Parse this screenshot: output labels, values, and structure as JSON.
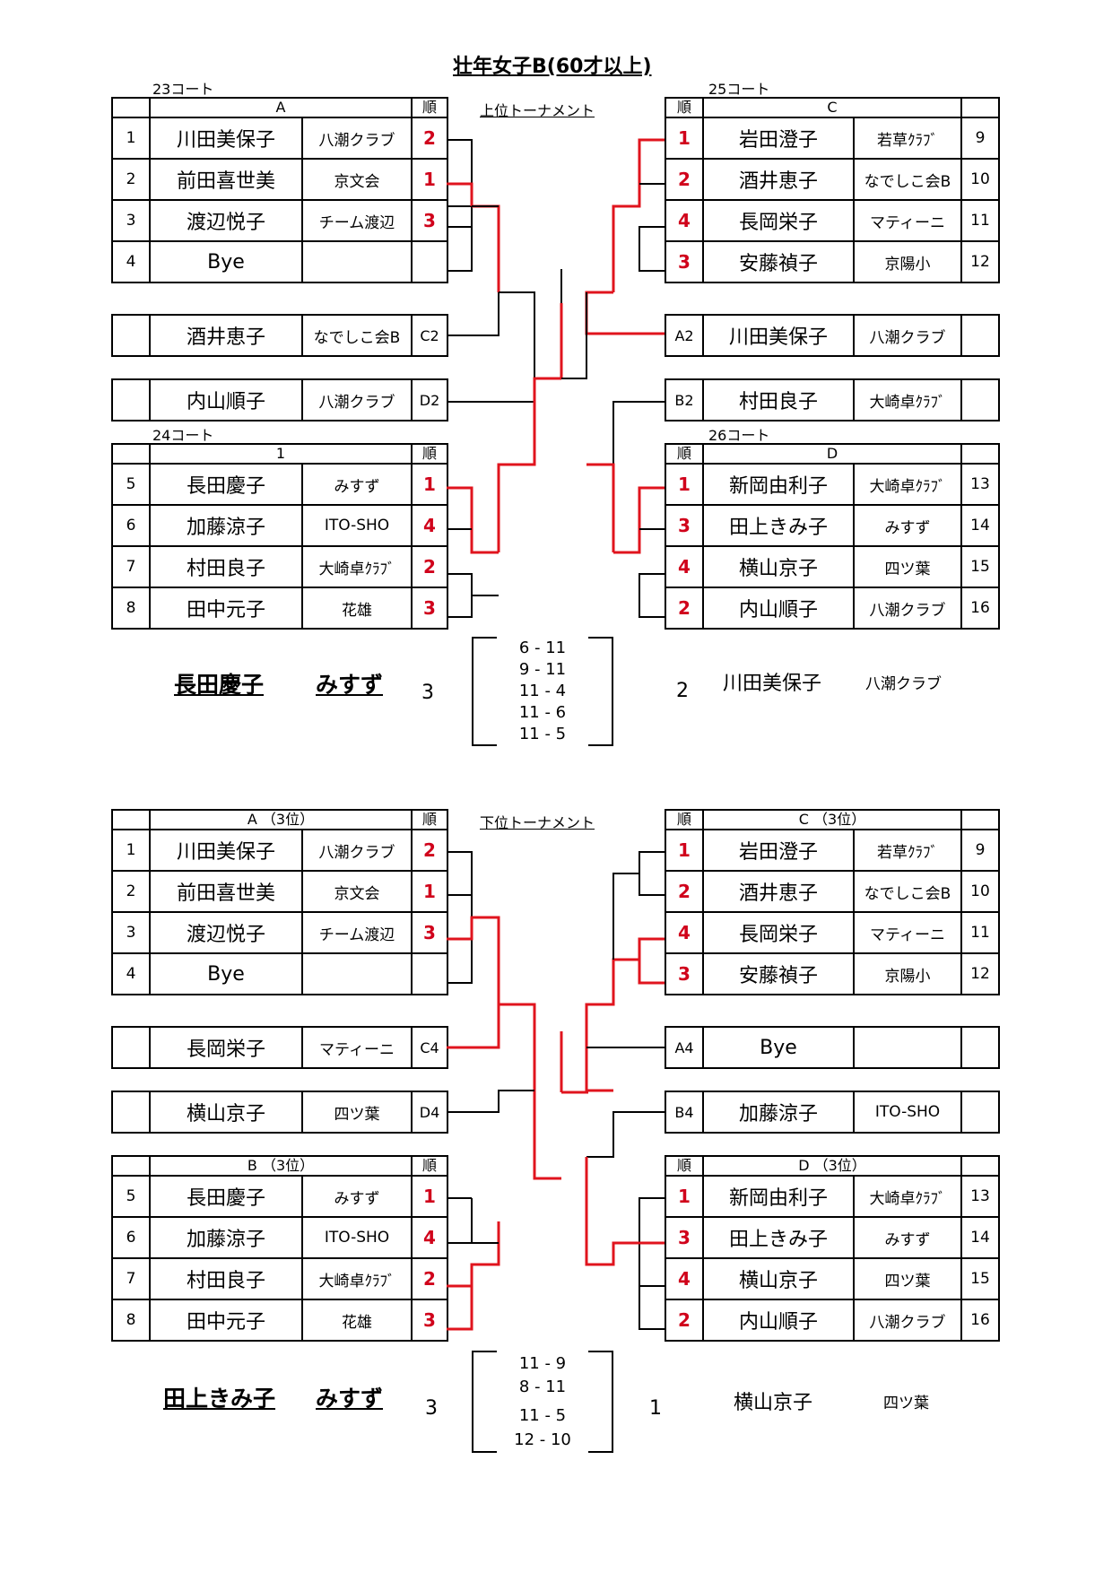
{
  "title": "壮年女子B(60才以上)",
  "upper": {
    "label": "上位トーナメント",
    "courts": [
      "23コート",
      "25コート",
      "24コート",
      "26コート"
    ],
    "rank_header": "順",
    "groups": {
      "A": {
        "header": "A",
        "rows": [
          {
            "num": "1",
            "name": "川田美保子",
            "club": "八潮クラブ",
            "rank": "2"
          },
          {
            "num": "2",
            "name": "前田喜世美",
            "club": "京文会",
            "rank": "1"
          },
          {
            "num": "3",
            "name": "渡辺悦子",
            "club": "チーム渡辺",
            "rank": "3"
          },
          {
            "num": "4",
            "name": "Bye",
            "club": "",
            "rank": ""
          }
        ]
      },
      "C": {
        "header": "C",
        "rows": [
          {
            "num": "9",
            "name": "岩田澄子",
            "club": "若草ｸﾗﾌﾞ",
            "rank": "1"
          },
          {
            "num": "10",
            "name": "酒井恵子",
            "club": "なでしこ会B",
            "rank": "2"
          },
          {
            "num": "11",
            "name": "長岡栄子",
            "club": "マティーニ",
            "rank": "4"
          },
          {
            "num": "12",
            "name": "安藤禎子",
            "club": "京陽小",
            "rank": "3"
          }
        ]
      },
      "B": {
        "header": "1",
        "rows": [
          {
            "num": "5",
            "name": "長田慶子",
            "club": "みすず",
            "rank": "1"
          },
          {
            "num": "6",
            "name": "加藤涼子",
            "club": "ITO-SHO",
            "rank": "4"
          },
          {
            "num": "7",
            "name": "村田良子",
            "club": "大崎卓ｸﾗﾌﾞ",
            "rank": "2"
          },
          {
            "num": "8",
            "name": "田中元子",
            "club": "花雄",
            "rank": "3"
          }
        ]
      },
      "D": {
        "header": "D",
        "rows": [
          {
            "num": "13",
            "name": "新岡由利子",
            "club": "大崎卓ｸﾗﾌﾞ",
            "rank": "1"
          },
          {
            "num": "14",
            "name": "田上きみ子",
            "club": "みすず",
            "rank": "3"
          },
          {
            "num": "15",
            "name": "横山京子",
            "club": "四ツ葉",
            "rank": "4"
          },
          {
            "num": "16",
            "name": "内山順子",
            "club": "八潮クラブ",
            "rank": "2"
          }
        ]
      }
    },
    "extras": {
      "left1": {
        "name": "酒井恵子",
        "club": "なでしこ会B",
        "seed": "C2"
      },
      "left2": {
        "name": "内山順子",
        "club": "八潮クラブ",
        "seed": "D2"
      },
      "right1": {
        "name": "川田美保子",
        "club": "八潮クラブ",
        "seed": "A2"
      },
      "right2": {
        "name": "村田良子",
        "club": "大崎卓ｸﾗﾌﾞ",
        "seed": "B2"
      }
    },
    "final": {
      "winner_name": "長田慶子",
      "winner_club": "みすず",
      "winner_games": "3",
      "loser_games": "2",
      "loser_name": "川田美保子",
      "loser_club": "八潮クラブ",
      "scores": [
        "6 - 11",
        "9 - 11",
        "11 - 4",
        "11 - 6",
        "11 - 5"
      ]
    }
  },
  "lower": {
    "label": "下位トーナメント",
    "rank_header": "順",
    "groups": {
      "A": {
        "header": "A （3位）",
        "rows": [
          {
            "num": "1",
            "name": "川田美保子",
            "club": "八潮クラブ",
            "rank": "2"
          },
          {
            "num": "2",
            "name": "前田喜世美",
            "club": "京文会",
            "rank": "1"
          },
          {
            "num": "3",
            "name": "渡辺悦子",
            "club": "チーム渡辺",
            "rank": "3"
          },
          {
            "num": "4",
            "name": "Bye",
            "club": "",
            "rank": ""
          }
        ]
      },
      "C": {
        "header": "C （3位）",
        "rows": [
          {
            "num": "9",
            "name": "岩田澄子",
            "club": "若草ｸﾗﾌﾞ",
            "rank": "1"
          },
          {
            "num": "10",
            "name": "酒井恵子",
            "club": "なでしこ会B",
            "rank": "2"
          },
          {
            "num": "11",
            "name": "長岡栄子",
            "club": "マティーニ",
            "rank": "4"
          },
          {
            "num": "12",
            "name": "安藤禎子",
            "club": "京陽小",
            "rank": "3"
          }
        ]
      },
      "B": {
        "header": "B （3位）",
        "rows": [
          {
            "num": "5",
            "name": "長田慶子",
            "club": "みすず",
            "rank": "1"
          },
          {
            "num": "6",
            "name": "加藤涼子",
            "club": "ITO-SHO",
            "rank": "4"
          },
          {
            "num": "7",
            "name": "村田良子",
            "club": "大崎卓ｸﾗﾌﾞ",
            "rank": "2"
          },
          {
            "num": "8",
            "name": "田中元子",
            "club": "花雄",
            "rank": "3"
          }
        ]
      },
      "D": {
        "header": "D （3位）",
        "rows": [
          {
            "num": "13",
            "name": "新岡由利子",
            "club": "大崎卓ｸﾗﾌﾞ",
            "rank": "1"
          },
          {
            "num": "14",
            "name": "田上きみ子",
            "club": "みすず",
            "rank": "3"
          },
          {
            "num": "15",
            "name": "横山京子",
            "club": "四ツ葉",
            "rank": "4"
          },
          {
            "num": "16",
            "name": "内山順子",
            "club": "八潮クラブ",
            "rank": "2"
          }
        ]
      }
    },
    "extras": {
      "left1": {
        "name": "長岡栄子",
        "club": "マティーニ",
        "seed": "C4"
      },
      "left2": {
        "name": "横山京子",
        "club": "四ツ葉",
        "seed": "D4"
      },
      "right1": {
        "name": "Bye",
        "club": "",
        "seed": "A4"
      },
      "right2": {
        "name": "加藤涼子",
        "club": "ITO-SHO",
        "seed": "B4"
      }
    },
    "final": {
      "winner_name": "田上きみ子",
      "winner_club": "みすず",
      "winner_games": "3",
      "loser_games": "1",
      "loser_name": "横山京子",
      "loser_club": "四ツ葉",
      "scores": [
        "11 - 9",
        "8 - 11",
        "11 - 5",
        "12 - 10"
      ]
    }
  },
  "colors": {
    "rank": "#d0021b",
    "bracket_win": "#e0141e",
    "line": "#000000"
  }
}
